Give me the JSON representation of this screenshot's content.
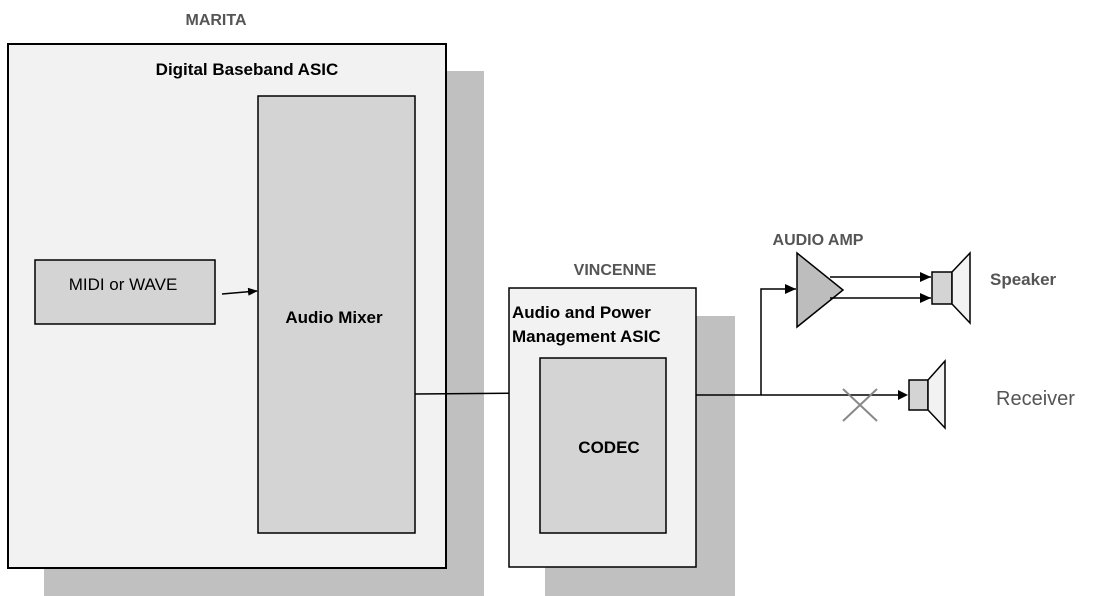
{
  "labels": {
    "marita": "MARITA",
    "digital_baseband_asic": "Digital Baseband ASIC",
    "midi_or_wave": "MIDI or WAVE",
    "audio_mixer": "Audio Mixer",
    "vincenne": "VINCENNE",
    "apm_asic_line1": "Audio and Power",
    "apm_asic_line2": "Management ASIC",
    "codec": "CODEC",
    "audio_amp": "AUDIO AMP",
    "speaker": "Speaker",
    "receiver": "Receiver"
  },
  "colors": {
    "shadow": "#c0c0c0",
    "asic_fill": "#f2f2f2",
    "block_fill": "#d4d4d4",
    "amp_fill": "#bdbdbd",
    "stroke": "#000000",
    "label_gray": "#555555",
    "cross": "#888888"
  }
}
